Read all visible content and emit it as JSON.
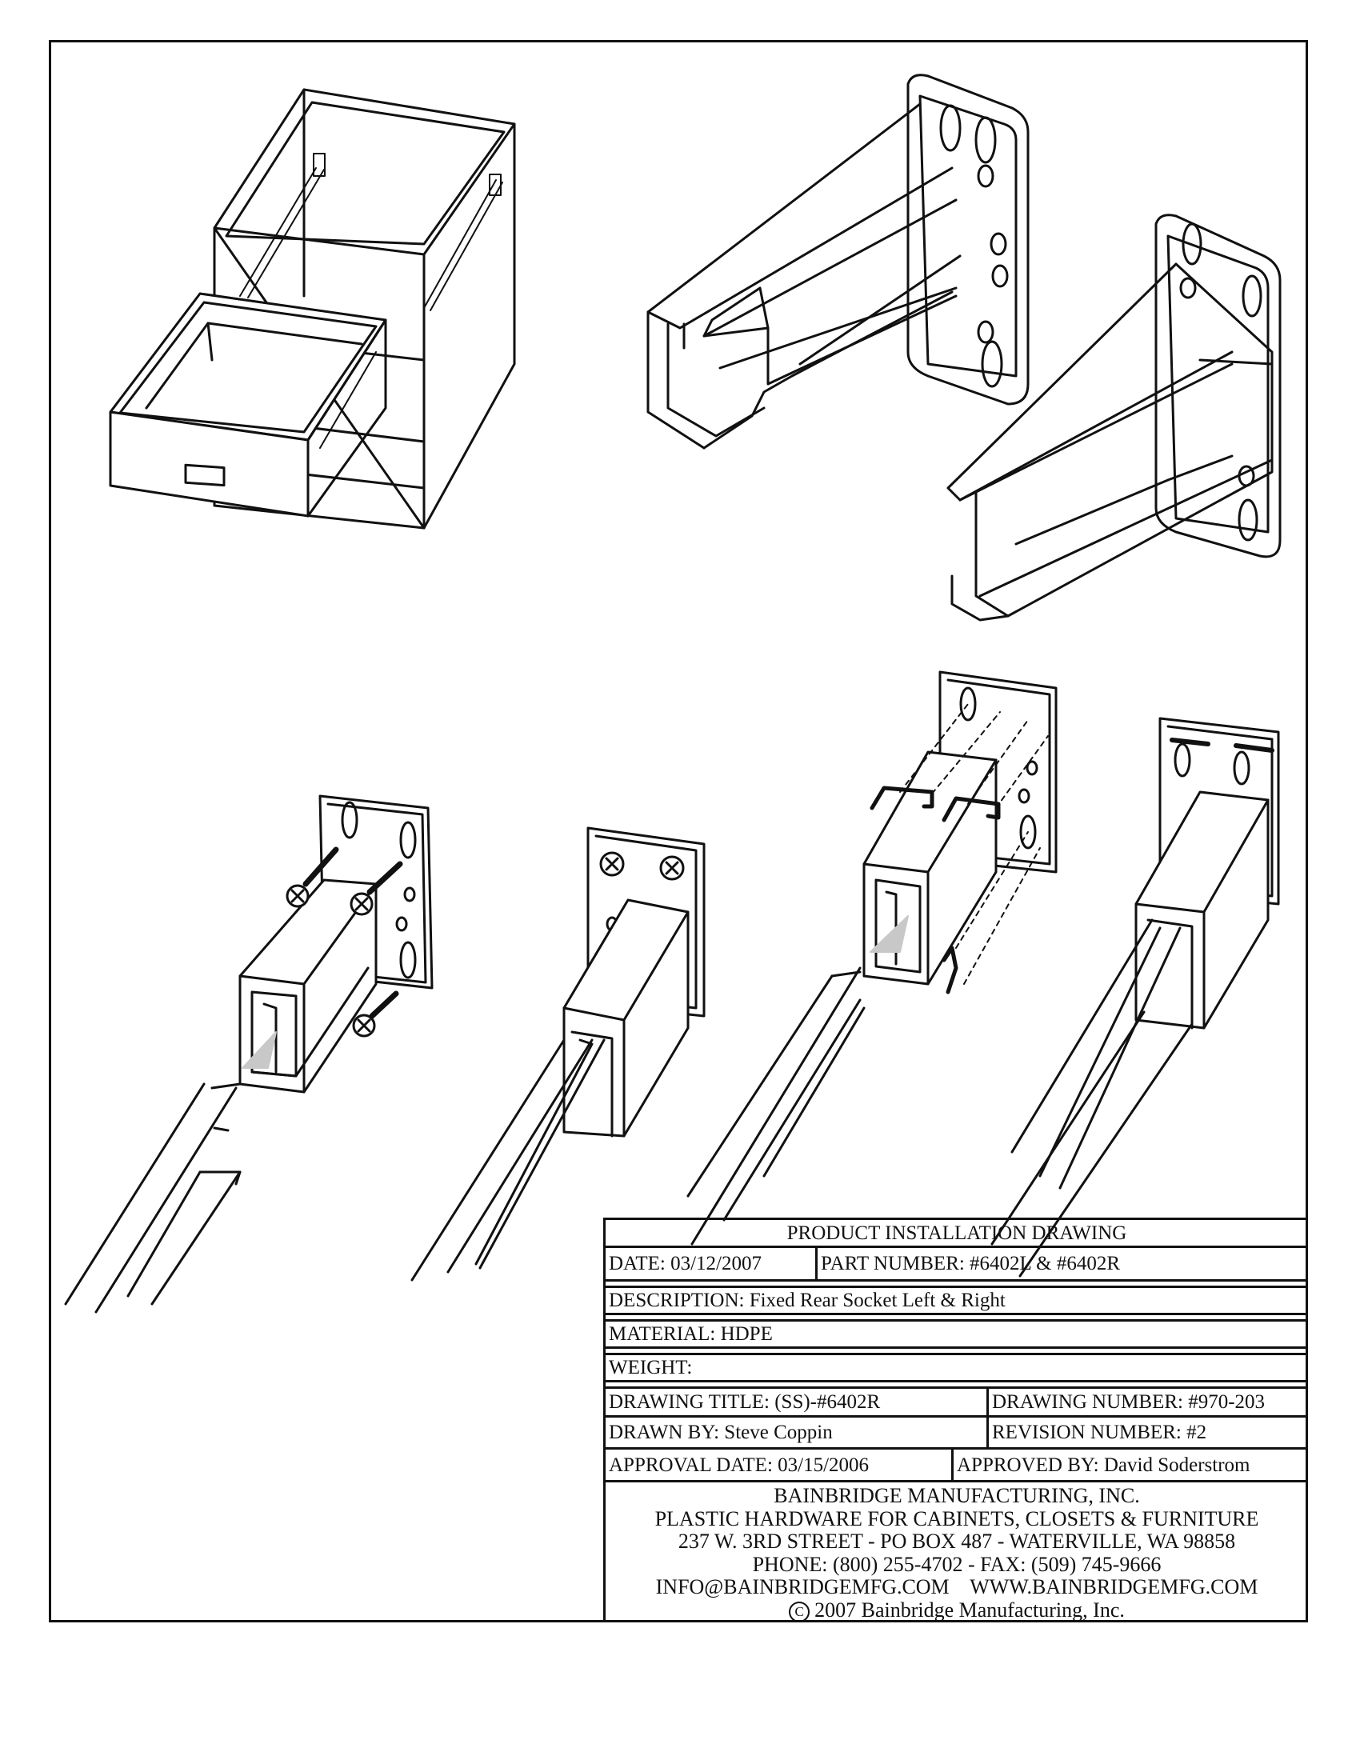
{
  "title_block": {
    "heading": "PRODUCT INSTALLATION DRAWING",
    "date": "DATE: 03/12/2007",
    "part_number": "PART NUMBER: #6402L & #6402R",
    "description": "DESCRIPTION: Fixed Rear Socket Left & Right",
    "material": "MATERIAL: HDPE",
    "weight": "WEIGHT:",
    "drawing_title": "DRAWING TITLE: (SS)-#6402R",
    "drawing_number": "DRAWING NUMBER: #970-203",
    "drawn_by": "DRAWN BY: Steve Coppin",
    "revision_number": "REVISION NUMBER: #2",
    "approval_date": "APPROVAL DATE: 03/15/2006",
    "approved_by": "APPROVED BY: David Soderstrom"
  },
  "company": {
    "name": "BAINBRIDGE MANUFACTURING, INC.",
    "tagline": "PLASTIC HARDWARE FOR CABINETS, CLOSETS & FURNITURE",
    "address": "237 W. 3RD STREET - PO BOX 487 - WATERVILLE, WA 98858",
    "phone": "PHONE: (800) 255-4702 - FAX: (509) 745-9666",
    "contact": "INFO@BAINBRIDGEMFG.COM    WWW.BAINBRIDGEMFG.COM",
    "copyright_symbol": "C",
    "copyright": "2007 Bainbridge Manufacturing, Inc."
  },
  "colors": {
    "line": "#111111",
    "arrow": "#c8c8c8",
    "paper": "#ffffff"
  }
}
